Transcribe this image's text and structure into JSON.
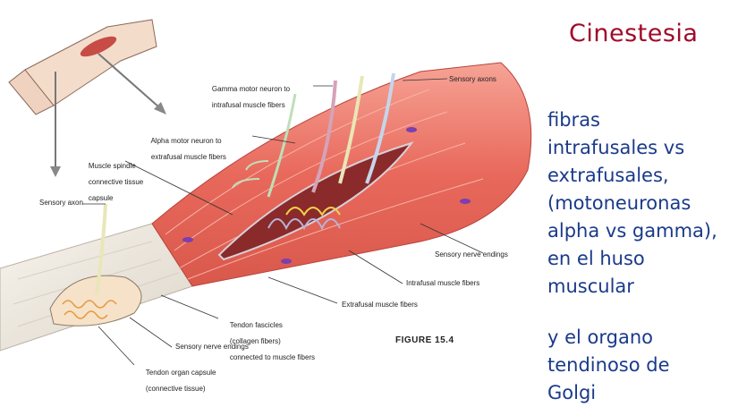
{
  "slide": {
    "title": "Cinestesia",
    "text_block_1": [
      "fibras",
      "intrafusales vs",
      "extrafusales,",
      "(motoneuronas",
      "alpha vs gamma),",
      "en el huso",
      "muscular"
    ],
    "text_block_2": [
      "y el organo",
      "tendinoso de",
      "Golgi"
    ]
  },
  "figure": {
    "caption": "FIGURE 15.4",
    "labels": {
      "gamma_motor": [
        "Gamma motor neuron to",
        "intrafusal muscle fibers"
      ],
      "sensory_axons": "Sensory axons",
      "alpha_motor": [
        "Alpha motor neuron to",
        "extrafusal muscle fibers"
      ],
      "spindle_capsule": [
        "Muscle spindle",
        "connective tissue",
        "capsule"
      ],
      "sensory_axon": "Sensory axon",
      "sensory_nerve_endings_top": "Sensory nerve endings",
      "intrafusal_fibers": "Intrafusal muscle fibers",
      "extrafusal_fibers": "Extrafusal muscle fibers",
      "tendon_fascicles": [
        "Tendon fascicles",
        "(collagen fibers)",
        "connected to muscle fibers"
      ],
      "sensory_nerve_endings_bottom": "Sensory nerve endings",
      "tendon_organ_capsule": [
        "Tendon organ capsule",
        "(connective tissue)"
      ]
    }
  },
  "colors": {
    "title": "#a00a2a",
    "body_text": "#1a3a8a",
    "muscle": "#e8695c",
    "muscle_dark": "#c23a36",
    "tendon": "#f1ece4",
    "nerve": "#e9e6b8"
  }
}
